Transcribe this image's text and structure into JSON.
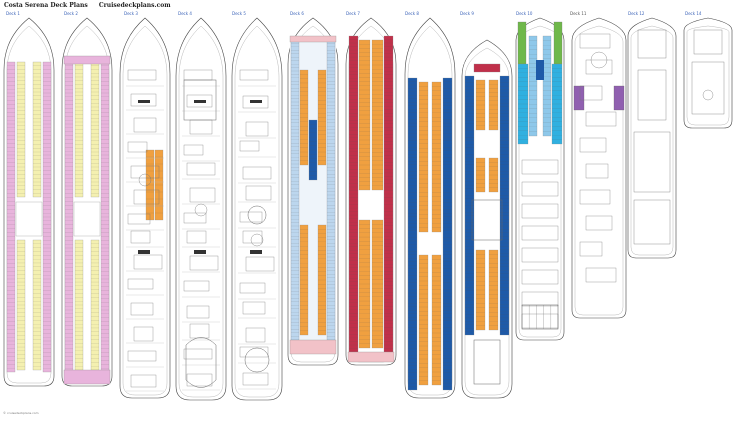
{
  "header": {
    "title": "Costa Serena Deck Plans",
    "site": "Cruisedeckplans.com"
  },
  "legend_colors": {
    "pink_cabins": "#e8b4dc",
    "yellow_cabins": "#f4f0b0",
    "blue_cabins": "#1e5aa8",
    "light_blue_cabins": "#bcd6ee",
    "orange_cabins": "#f0a040",
    "red_cabins": "#c0304a",
    "purple_rooms": "#9060b0",
    "green_area": "#6fb84a",
    "cyan_area": "#30b0e0"
  },
  "decks": [
    {
      "id": "d1",
      "label": "Deck 1"
    },
    {
      "id": "d2",
      "label": "Deck 2"
    },
    {
      "id": "d3",
      "label": "Deck 3"
    },
    {
      "id": "d4",
      "label": "Deck 4"
    },
    {
      "id": "d5",
      "label": "Deck 5"
    },
    {
      "id": "d6",
      "label": "Deck 6"
    },
    {
      "id": "d7",
      "label": "Deck 7"
    },
    {
      "id": "d8",
      "label": "Deck 8"
    },
    {
      "id": "d9",
      "label": "Deck 9"
    },
    {
      "id": "d10",
      "label": "Deck 10"
    },
    {
      "id": "d11",
      "label": "Deck 11"
    },
    {
      "id": "d12",
      "label": "Deck 12"
    },
    {
      "id": "d14",
      "label": "Deck 14"
    }
  ],
  "footer": {
    "note": "© cruisedeckplans.com"
  }
}
